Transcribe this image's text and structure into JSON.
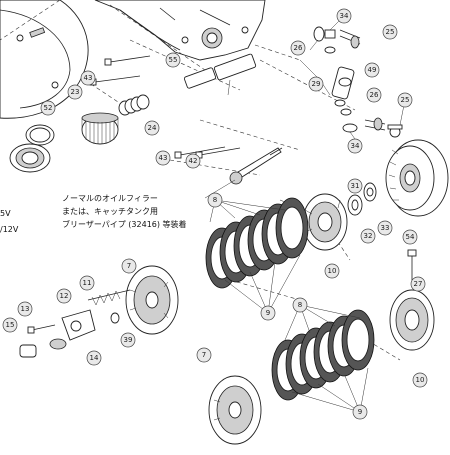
{
  "note": {
    "line1": "ノーマルのオイルフィラー",
    "line2": "または、キャッチタンク用",
    "line3": "ブリーザーパイプ (32416) 等装着"
  },
  "edge_labels": [
    "5V",
    "/12V"
  ],
  "callouts": {
    "c34a": "34",
    "c25a": "25",
    "c26a": "26",
    "c49": "49",
    "c29": "29",
    "c26b": "26",
    "c25b": "25",
    "c34b": "34",
    "c43a": "43",
    "c55": "55",
    "c23": "23",
    "c52": "52",
    "c24": "24",
    "c43b": "43",
    "c42": "42",
    "c8a": "8",
    "c31": "31",
    "c33": "33",
    "c32": "32",
    "c54": "54",
    "c10a": "10",
    "c9a": "9",
    "c27": "27",
    "c11": "11",
    "c7a": "7",
    "c13": "13",
    "c12": "12",
    "c15": "15",
    "c39": "39",
    "c14": "14",
    "c8b": "8",
    "c7b": "7",
    "c10b": "10",
    "c9b": "9"
  }
}
